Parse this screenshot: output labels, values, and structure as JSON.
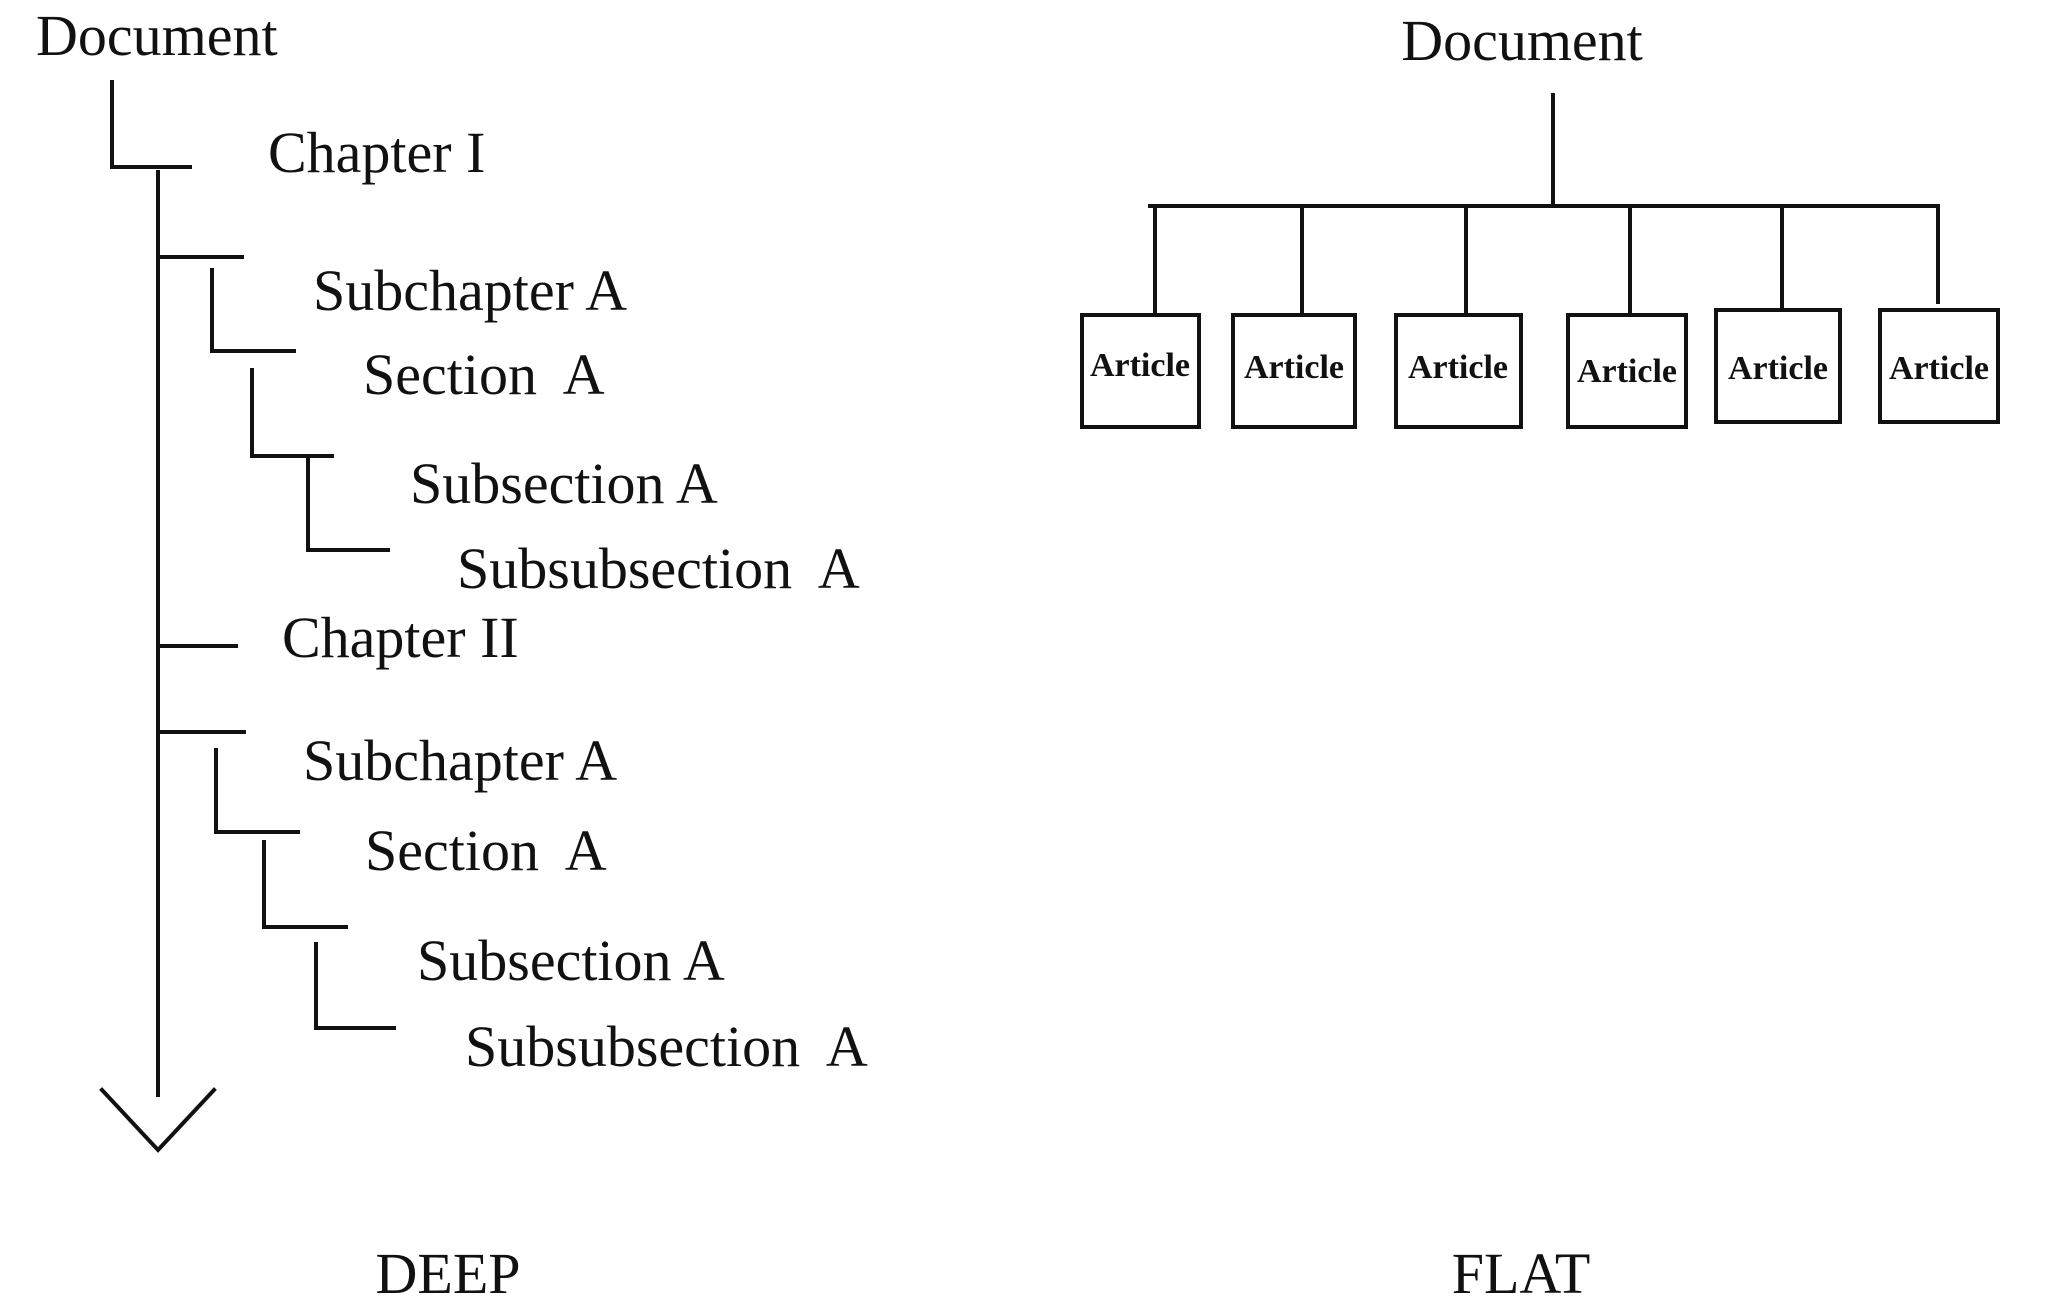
{
  "deep": {
    "root": "Document",
    "items": [
      {
        "label": "Chapter I"
      },
      {
        "label": "Subchapter A"
      },
      {
        "label": "Section  A"
      },
      {
        "label": "Subsection A"
      },
      {
        "label": "Subsubsection  A"
      },
      {
        "label": "Chapter II"
      },
      {
        "label": "Subchapter A"
      },
      {
        "label": "Section  A"
      },
      {
        "label": "Subsection A"
      },
      {
        "label": "Subsubsection  A"
      }
    ],
    "caption": "DEEP"
  },
  "flat": {
    "root": "Document",
    "articles": [
      "Article",
      "Article",
      "Article",
      "Article",
      "Article",
      "Article"
    ],
    "caption": "FLAT"
  },
  "colors": {
    "ink": "#111111",
    "background": "#ffffff"
  }
}
